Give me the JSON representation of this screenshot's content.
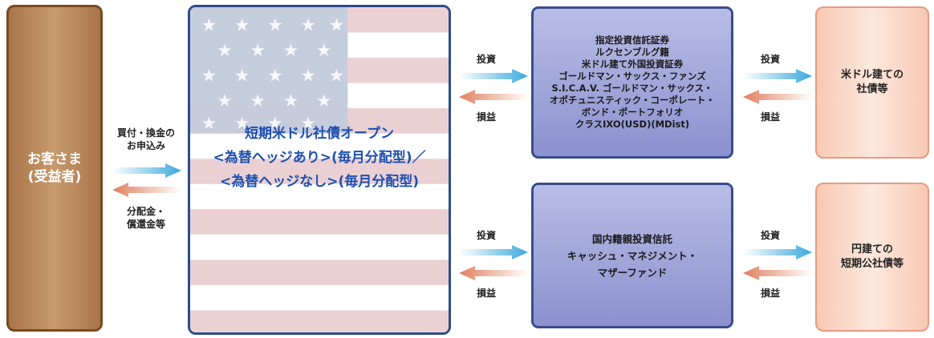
{
  "customer": {
    "lines": [
      "お客さま",
      "(受益者)"
    ]
  },
  "customer_to_fund": {
    "forward_label": [
      "買付・換金の",
      "お申込み"
    ],
    "back_label": [
      "分配金・",
      "償還金等"
    ]
  },
  "fund": {
    "lines": [
      "短期米ドル社債オープン",
      "<為替ヘッジあり>(毎月分配型)／",
      "<為替ヘッジなし>(毎月分配型)"
    ]
  },
  "upper_link": {
    "forward": "投資",
    "back": "損益"
  },
  "lower_link": {
    "forward": "投資",
    "back": "損益"
  },
  "investment_fund_1": {
    "lines": [
      "指定投資信託証券",
      "ルクセンブルグ籍",
      "米ドル建て外国投資証券",
      "ゴールドマン・サックス・ファンズ",
      "S.I.C.A.V. ゴールドマン・サックス・",
      "オポチュニスティック・コーポレート・",
      "ボンド・ポートフォリオ",
      "クラスIXO(USD)(MDist)"
    ]
  },
  "investment_fund_2": {
    "lines": [
      "国内籍親投資信託",
      "キャッシュ・マネジメント・",
      "マザーファンド"
    ]
  },
  "upper_right_link": {
    "forward": "投資",
    "back": "損益"
  },
  "lower_right_link": {
    "forward": "投資",
    "back": "損益"
  },
  "asset_1": {
    "lines": [
      "米ドル建ての",
      "社債等"
    ]
  },
  "asset_2": {
    "lines": [
      "円建ての",
      "短期公社債等"
    ]
  },
  "colors": {
    "forward_arrow": "#3aa9dc",
    "back_arrow": "#e0805f",
    "fund_text": "#1e4fb0"
  }
}
